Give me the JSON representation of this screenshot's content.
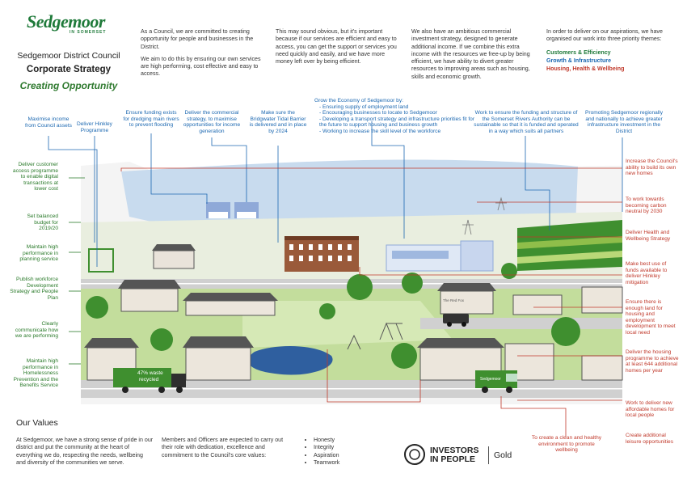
{
  "logo": {
    "name": "Sedgemoor",
    "sub": "IN SOMERSET"
  },
  "header": {
    "council": "Sedgemoor District Council",
    "title": "Corporate Strategy",
    "subtitle": "Creating Opportunity"
  },
  "intro": {
    "col1_p1": "As a Council, we are committed to creating opportunity for people and businesses in the District.",
    "col1_p2": "We aim to do this by ensuring our own services are high performing, cost effective and easy to access.",
    "col2": "This may sound obvious, but it's important because if our services are efficient and easy to access, you can get the support or services you need quickly and easily, and we have more money left over by being efficient.",
    "col3": "We also have an ambitious commercial investment strategy, designed to generate additional income. If we combine this extra income with the resources we free-up by being efficient, we have ability to divert greater resources to improving areas such as housing, skills and economic growth.",
    "col4": "In order to deliver on our aspirations, we have organised our work into three priority themes:",
    "themes": [
      "Customers & Efficiency",
      "Growth & Infrastructure",
      "Housing, Health & Wellbeing"
    ]
  },
  "colors": {
    "customers": "#1f7a3a",
    "growth": "#1c68b1",
    "housing": "#c0392b",
    "sea": "#c8dbee",
    "grass": "#c3dd9c",
    "road": "#d0d0d0"
  },
  "top_boxes": [
    "Maximise income from Council assets",
    "Deliver Hinkley Programme",
    "Ensure funding exists for dredging main rivers to prevent flooding",
    "Deliver the commercial strategy, to maximise opportunities for income generation",
    "Make sure the Bridgwater Tidal Barrier is delivered and in place by 2024",
    "Work to ensure the funding and structure of the Somerset Rivers Authority can be sustainable so that it is funded and operated in a way which suits all partners",
    "Promoting Sedgemoor regionally and nationally to achieve greater infrastructure investment in the District"
  ],
  "grow": {
    "title": "Grow the Economy of Sedgemoor by:",
    "items": [
      "- Ensuring supply of employment land",
      "- Encouraging businesses to locate to Sedgemoor",
      "- Developing a transport strategy and infrastructure priorities fit for the future to support housing and business growth",
      "- Working to increase the skill level of the workforce"
    ]
  },
  "left_boxes": [
    "Deliver customer access programme to enable digital transactions at lower cost",
    "Set balanced budget for 2019/20",
    "Maintain high performance in planning service",
    "Publish workforce Development Strategy and People Plan",
    "Clearly communicate how we are performing",
    "Maintain high performance in Homelessness Prevention and the Benefits Service"
  ],
  "right_boxes": [
    "Increase the Council's ability to build its own new homes",
    "To work towards becoming carbon neutral by 2030",
    "Deliver Health and Wellbeing Strategy",
    "Make best use of funds available to deliver Hinkley mitigation",
    "Ensure there is enough land for housing and employment development to meet local need",
    "Deliver the housing programme to achieve at least 644 additional homes per year",
    "Work to deliver new affordable homes for local people",
    "Create additional leisure opportunities"
  ],
  "bottom_box": "To create a clean and healthy environment to promote wellbeing",
  "scene": {
    "truck_label": "47% waste recycled",
    "shop_sign": "Sedgemoor",
    "pub_sign": "The Red Fox"
  },
  "values": {
    "title": "Our Values",
    "col1": "At Sedgemoor, we have a strong sense of pride in our district and put the community at the heart of everything we do, respecting the needs, wellbeing and diversity of the communities we serve.",
    "col2": "Members and Officers are expected to carry out their role with dedication, excellence and commitment to the Council's core values:",
    "list": [
      "Honesty",
      "Integrity",
      "Aspiration",
      "Teamwork"
    ]
  },
  "iip": {
    "line1": "INVESTORS",
    "line2": "IN PEOPLE",
    "level": "Gold"
  }
}
